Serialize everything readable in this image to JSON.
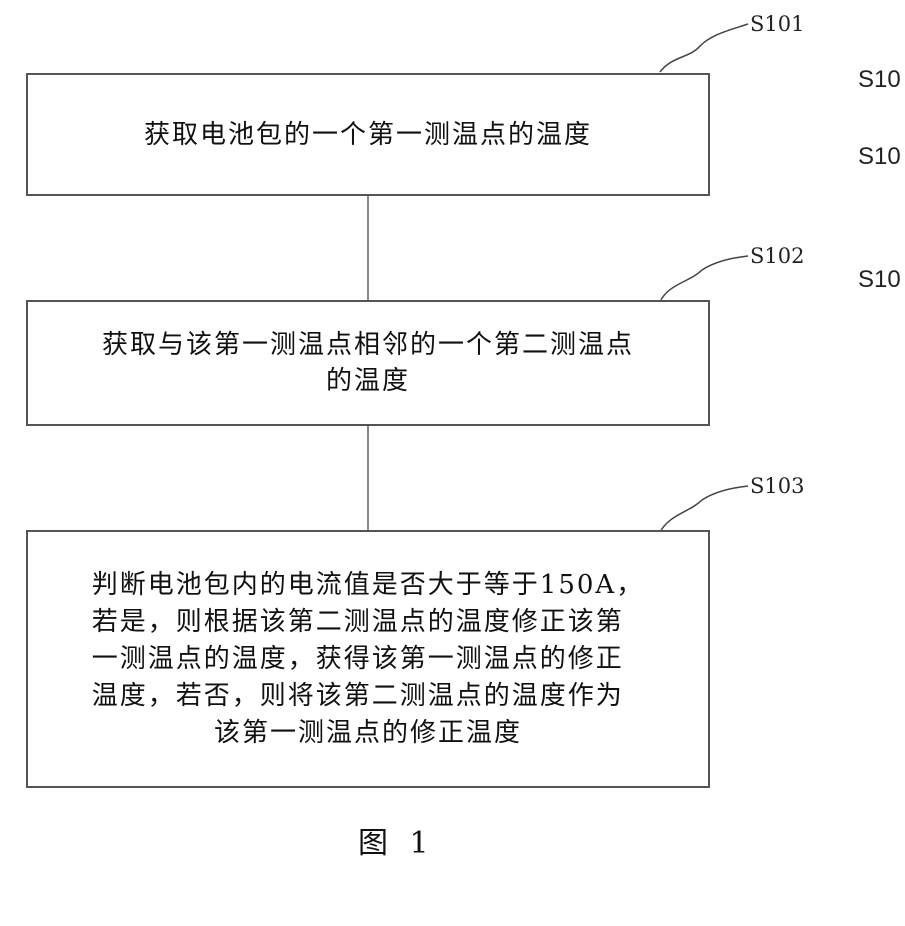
{
  "steps": [
    {
      "id": "S101",
      "text": "获取电池包的一个第一测温点的温度"
    },
    {
      "id": "S102",
      "text_lines": [
        "获取与该第一测温点相邻的一个第二测温点",
        "的温度"
      ]
    },
    {
      "id": "S103",
      "text_lines": [
        "判断电池包内的电流值是否大于等于150A，",
        "若是，则根据该第二测温点的温度修正该第",
        "一测温点的温度，获得该第一测温点的修正",
        "温度，若否，则将该第二测温点的温度作为",
        "该第一测温点的修正温度"
      ]
    }
  ],
  "side_labels": [
    "S10",
    "S10",
    "S10"
  ],
  "figure_caption": "图 1"
}
